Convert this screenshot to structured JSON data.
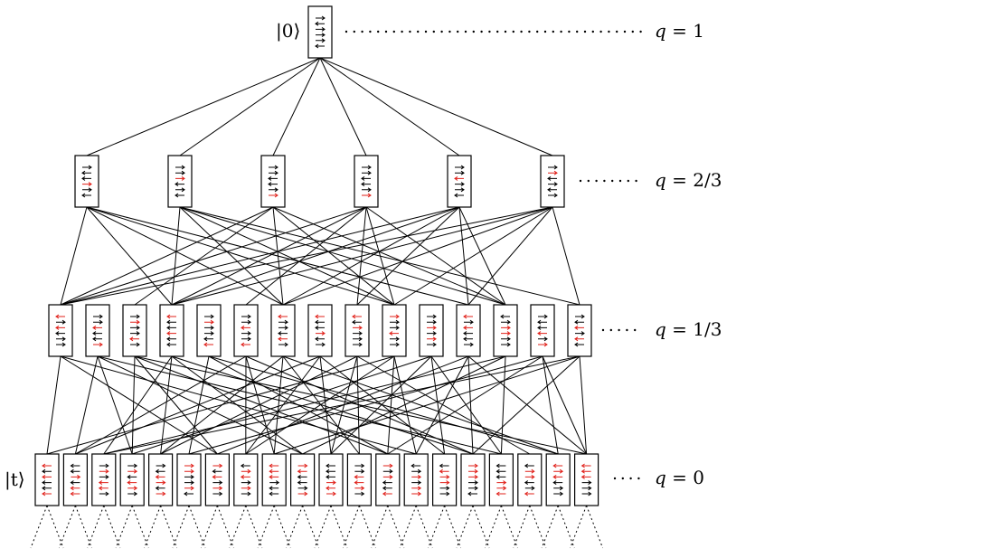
{
  "labels": {
    "top_state": "|0⟩",
    "bottom_state": "|t⟩",
    "q_symbol": "q",
    "equals": " = ",
    "levels": [
      "1",
      "2/3",
      "1/3",
      "0"
    ]
  },
  "colors": {
    "line": "#000000",
    "box_fill": "#ffffff",
    "arrow_default": "#000000",
    "arrow_flipped": "#e0201a"
  },
  "structure": {
    "level_node_counts": [
      1,
      6,
      15,
      20
    ],
    "arrows_per_node": 6,
    "flipped_per_level": [
      0,
      1,
      2,
      3
    ]
  }
}
